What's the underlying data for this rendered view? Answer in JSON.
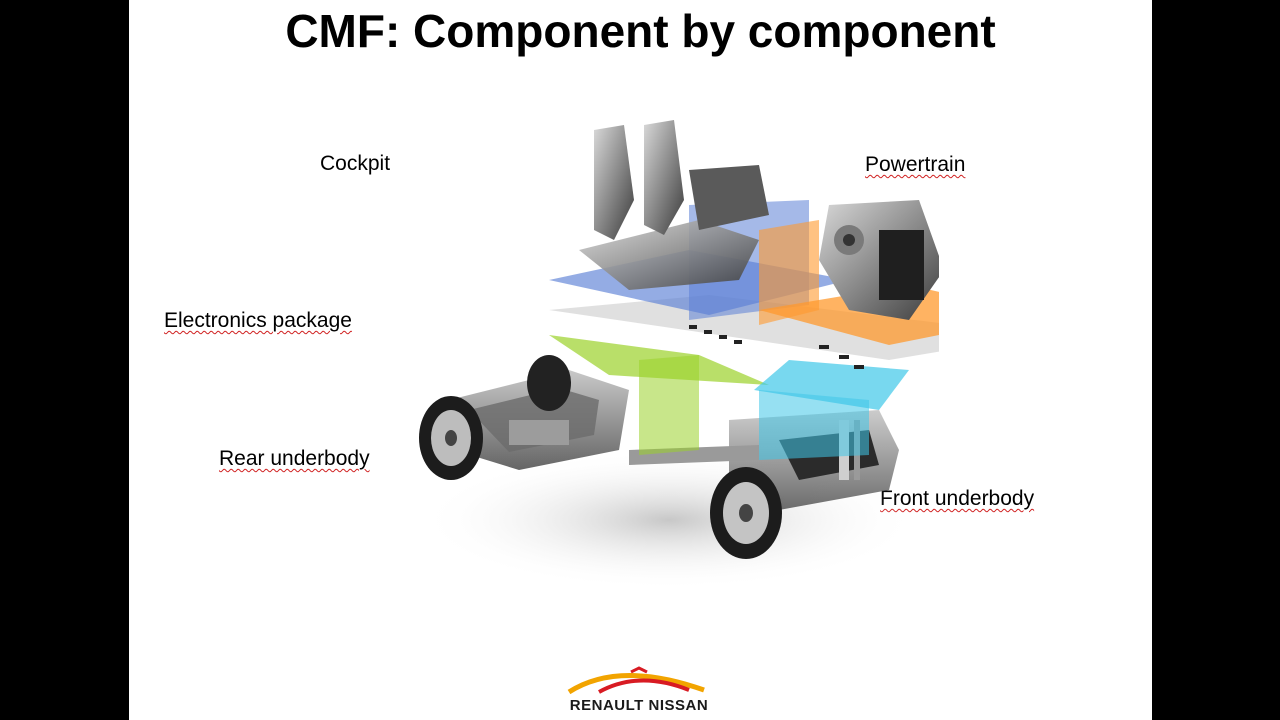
{
  "slide": {
    "title": "CMF: Component by component"
  },
  "labels": {
    "cockpit": "Cockpit",
    "powertrain": "Powertrain",
    "electronics": "Electronics package",
    "rear_underbody": "Rear underbody",
    "front_underbody": "Front underbody"
  },
  "logo": {
    "text": "RENAULT NISSAN"
  },
  "colors": {
    "cockpit_plane": "#5b7fd6",
    "powertrain_plane": "#ff9a2e",
    "electronics_plane": "#c8c8c8",
    "rear_plane": "#9bd12a",
    "front_plane": "#3fc7e8",
    "background": "#ffffff",
    "letterbox": "#000000"
  }
}
